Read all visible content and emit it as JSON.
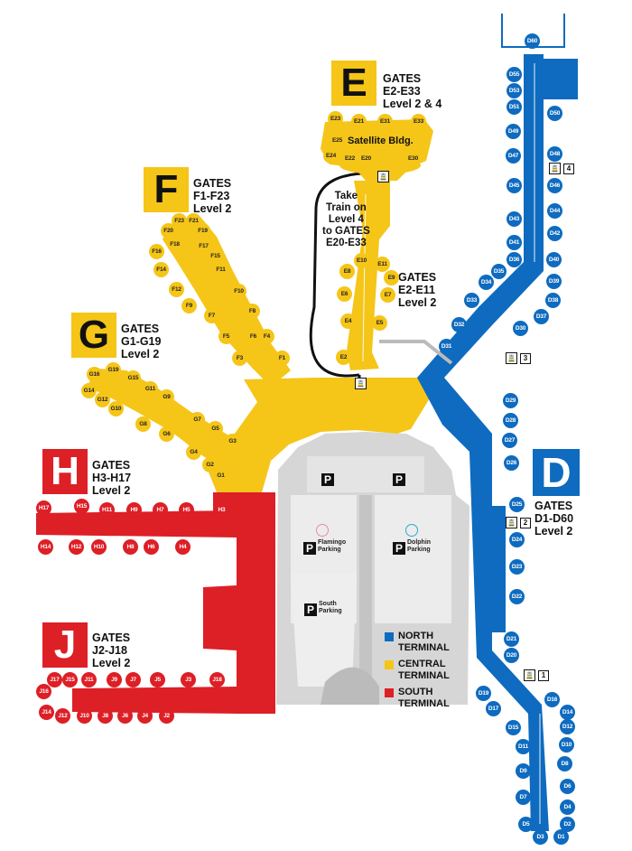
{
  "colors": {
    "north": "#0e6bbf",
    "central": "#f5c518",
    "south": "#dd1f26",
    "parking": "#d9d9d9"
  },
  "concourses": {
    "E": {
      "letter": "E",
      "gates": "GATES",
      "range": "E2-E33",
      "level": "Level 2 & 4"
    },
    "F": {
      "letter": "F",
      "gates": "GATES",
      "range": "F1-F23",
      "level": "Level 2"
    },
    "G": {
      "letter": "G",
      "gates": "GATES",
      "range": "G1-G19",
      "level": "Level 2"
    },
    "H": {
      "letter": "H",
      "gates": "GATES",
      "range": "H3-H17",
      "level": "Level 2"
    },
    "J": {
      "letter": "J",
      "gates": "GATES",
      "range": "J2-J18",
      "level": "Level 2"
    },
    "D": {
      "letter": "D",
      "gates": "GATES",
      "range": "D1-D60",
      "level": "Level 2"
    },
    "E_lower": {
      "gates": "GATES",
      "range": "E2-E11",
      "level": "Level 2"
    }
  },
  "satellite": "Satellite Bldg.",
  "train_note": [
    "Take",
    "Train on",
    "Level 4",
    "to GATES",
    "E20-E33"
  ],
  "parking": {
    "symbol": "P",
    "flamingo": [
      "Flamingo",
      "Parking"
    ],
    "dolphin": [
      "Dolphin",
      "Parking"
    ],
    "south": [
      "South",
      "Parking"
    ]
  },
  "legend": [
    {
      "line1": "NORTH",
      "line2": "TERMINAL",
      "color": "#0e6bbf"
    },
    {
      "line1": "CENTRAL",
      "line2": "TERMINAL",
      "color": "#f5c518"
    },
    {
      "line1": "SOUTH",
      "line2": "TERMINAL",
      "color": "#dd1f26"
    }
  ],
  "train_stations": [
    "4",
    "3",
    "2",
    "1"
  ],
  "gates": {
    "E": [
      "E23",
      "E21",
      "E31",
      "E33",
      "E25",
      "E24",
      "E22",
      "E20",
      "E30",
      "E10",
      "E11",
      "E9",
      "E8",
      "E7",
      "E6",
      "E5",
      "E4",
      "E2"
    ],
    "F": [
      "F23",
      "F21",
      "F20",
      "F19",
      "F18",
      "F17",
      "F16",
      "F15",
      "F14",
      "F11",
      "F12",
      "F10",
      "F9",
      "F8",
      "F7",
      "F6",
      "F5",
      "F4",
      "F3",
      "F1"
    ],
    "G": [
      "G19",
      "G16",
      "G15",
      "G14",
      "G11",
      "G12",
      "G10",
      "G9",
      "G8",
      "G7",
      "G6",
      "G5",
      "G4",
      "G3",
      "G2",
      "G1"
    ],
    "H": [
      "H17",
      "H15",
      "H11",
      "H9",
      "H7",
      "H5",
      "H3",
      "H14",
      "H12",
      "H10",
      "H8",
      "H6",
      "H4"
    ],
    "J": [
      "J17",
      "J15",
      "J11",
      "J9",
      "J7",
      "J5",
      "J3",
      "J18",
      "J16",
      "J14",
      "J12",
      "J10",
      "J8",
      "J6",
      "J4",
      "J2"
    ],
    "D": [
      "D60",
      "D55",
      "D53",
      "D51",
      "D50",
      "D49",
      "D48",
      "D47",
      "D46",
      "D45",
      "D44",
      "D43",
      "D42",
      "D41",
      "D40",
      "D36",
      "D39",
      "D35",
      "D38",
      "D34",
      "D37",
      "D33",
      "D32",
      "D30",
      "D31",
      "D29",
      "D28",
      "D27",
      "D26",
      "D25",
      "D24",
      "D23",
      "D22",
      "D21",
      "D20",
      "D19",
      "D17",
      "D16",
      "D15",
      "D14",
      "D12",
      "D11",
      "D10",
      "D9",
      "D8",
      "D7",
      "D6",
      "D5",
      "D4",
      "D3",
      "D2",
      "D1"
    ]
  }
}
